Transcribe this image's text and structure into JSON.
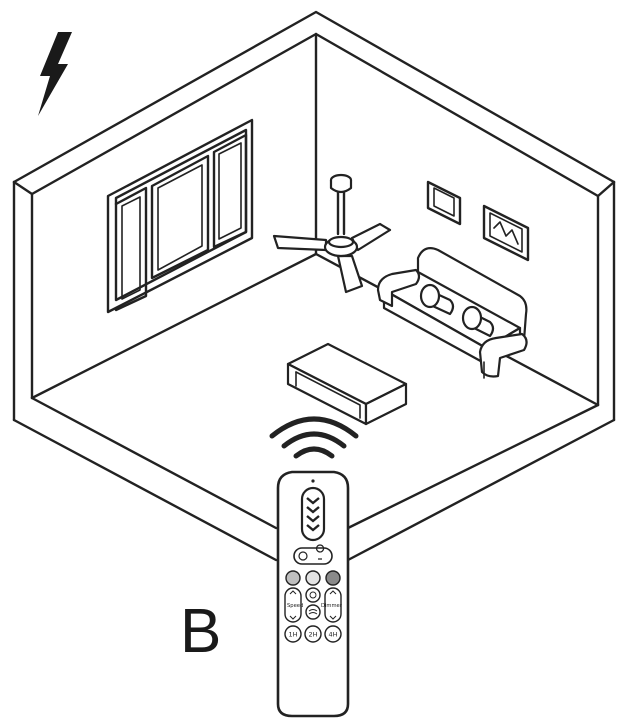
{
  "figure": {
    "label": "B"
  },
  "remote": {
    "speed_label": "Speed",
    "dimmer_label": "Dimmer",
    "timer_buttons": [
      "1H",
      "2H",
      "4H"
    ]
  }
}
